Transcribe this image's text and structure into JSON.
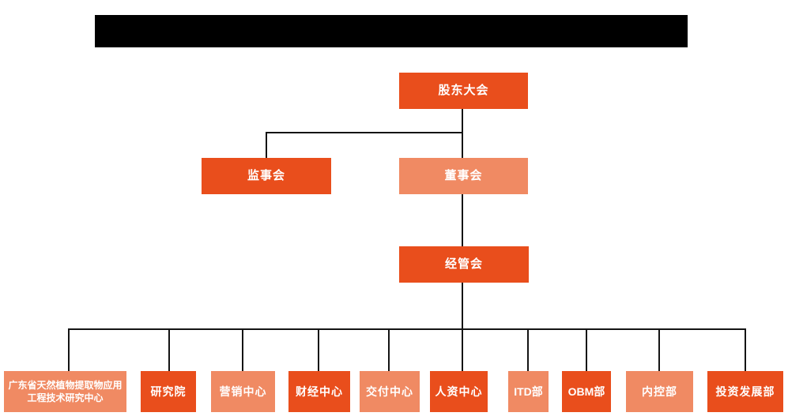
{
  "colors": {
    "primary_dark": "#E94E1C",
    "primary_light": "#F08A63",
    "connector_line": "#141414",
    "header_bar": "#000000",
    "node_text": "#ffffff",
    "background": "#ffffff"
  },
  "header": {
    "redacted_title_bar": "redacted (solid black, no visible text)"
  },
  "org_chart": {
    "type": "organization-chart",
    "nodes": [
      {
        "id": "shareholders-meeting",
        "label": "股东大会",
        "variant": "dark",
        "level": 1
      },
      {
        "id": "supervisory-board",
        "label": "监事会",
        "variant": "dark",
        "level": 2
      },
      {
        "id": "board-of-directors",
        "label": "董事会",
        "variant": "light",
        "level": 2
      },
      {
        "id": "management-committee",
        "label": "经管会",
        "variant": "dark",
        "level": 3
      },
      {
        "id": "gd-research-center",
        "label": "广东省天然植物提取物应用工程技术研究中心",
        "variant": "light",
        "level": 4
      },
      {
        "id": "research-institute",
        "label": "研究院",
        "variant": "dark",
        "level": 4
      },
      {
        "id": "marketing-center",
        "label": "营销中心",
        "variant": "light",
        "level": 4
      },
      {
        "id": "finance-center",
        "label": "财经中心",
        "variant": "dark",
        "level": 4
      },
      {
        "id": "delivery-center",
        "label": "交付中心",
        "variant": "light",
        "level": 4
      },
      {
        "id": "hr-center",
        "label": "人资中心",
        "variant": "dark",
        "level": 4
      },
      {
        "id": "itd-dept",
        "label": "ITD部",
        "variant": "light",
        "level": 4
      },
      {
        "id": "obm-dept",
        "label": "OBM部",
        "variant": "dark",
        "level": 4
      },
      {
        "id": "internal-control-dept",
        "label": "内控部",
        "variant": "light",
        "level": 4
      },
      {
        "id": "investment-dev-dept",
        "label": "投资发展部",
        "variant": "dark",
        "level": 4
      }
    ],
    "edges": [
      [
        "shareholders-meeting",
        "supervisory-board"
      ],
      [
        "shareholders-meeting",
        "board-of-directors"
      ],
      [
        "board-of-directors",
        "management-committee"
      ],
      [
        "management-committee",
        "gd-research-center"
      ],
      [
        "management-committee",
        "research-institute"
      ],
      [
        "management-committee",
        "marketing-center"
      ],
      [
        "management-committee",
        "finance-center"
      ],
      [
        "management-committee",
        "delivery-center"
      ],
      [
        "management-committee",
        "hr-center"
      ],
      [
        "management-committee",
        "itd-dept"
      ],
      [
        "management-committee",
        "obm-dept"
      ],
      [
        "management-committee",
        "internal-control-dept"
      ],
      [
        "management-committee",
        "investment-dev-dept"
      ]
    ]
  }
}
